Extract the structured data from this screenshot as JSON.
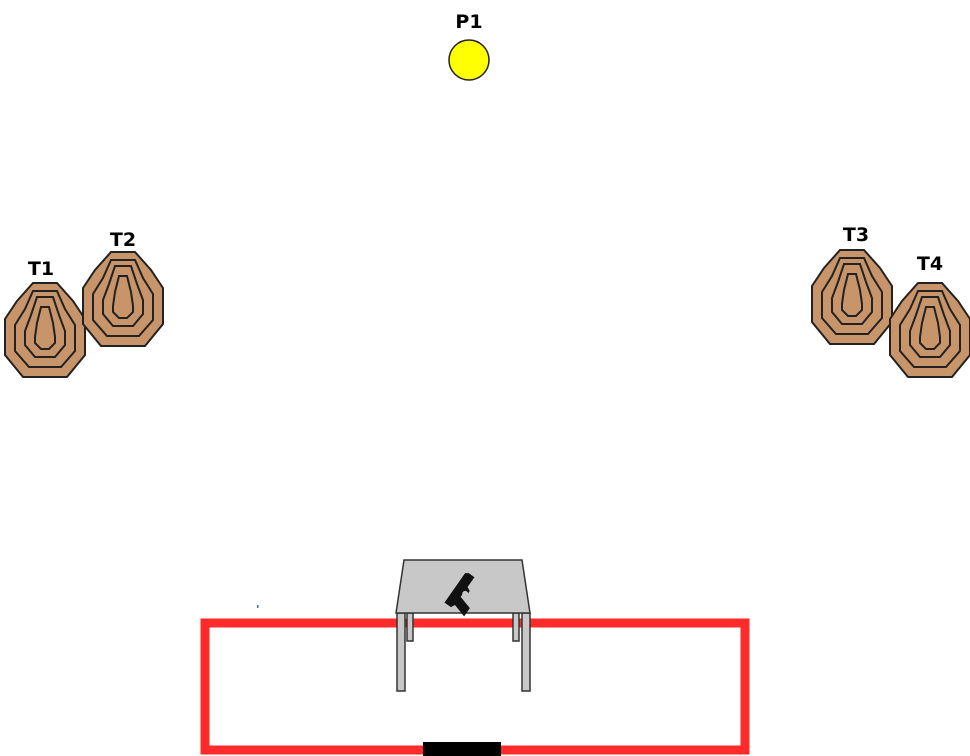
{
  "stage": {
    "background": "#ffffff",
    "popper": {
      "label": "P1",
      "color": "#ffff00"
    },
    "targets": [
      {
        "label": "T1",
        "color": "#c8956a"
      },
      {
        "label": "T2",
        "color": "#c8956a"
      },
      {
        "label": "T3",
        "color": "#c8956a"
      },
      {
        "label": "T4",
        "color": "#c8956a"
      }
    ],
    "shooting_area": {
      "border_color": "#ff2a2a",
      "start_marker_color": "#000000"
    },
    "table": {
      "top_color": "#c8c8c8",
      "item_icon": "pistol-icon"
    }
  }
}
